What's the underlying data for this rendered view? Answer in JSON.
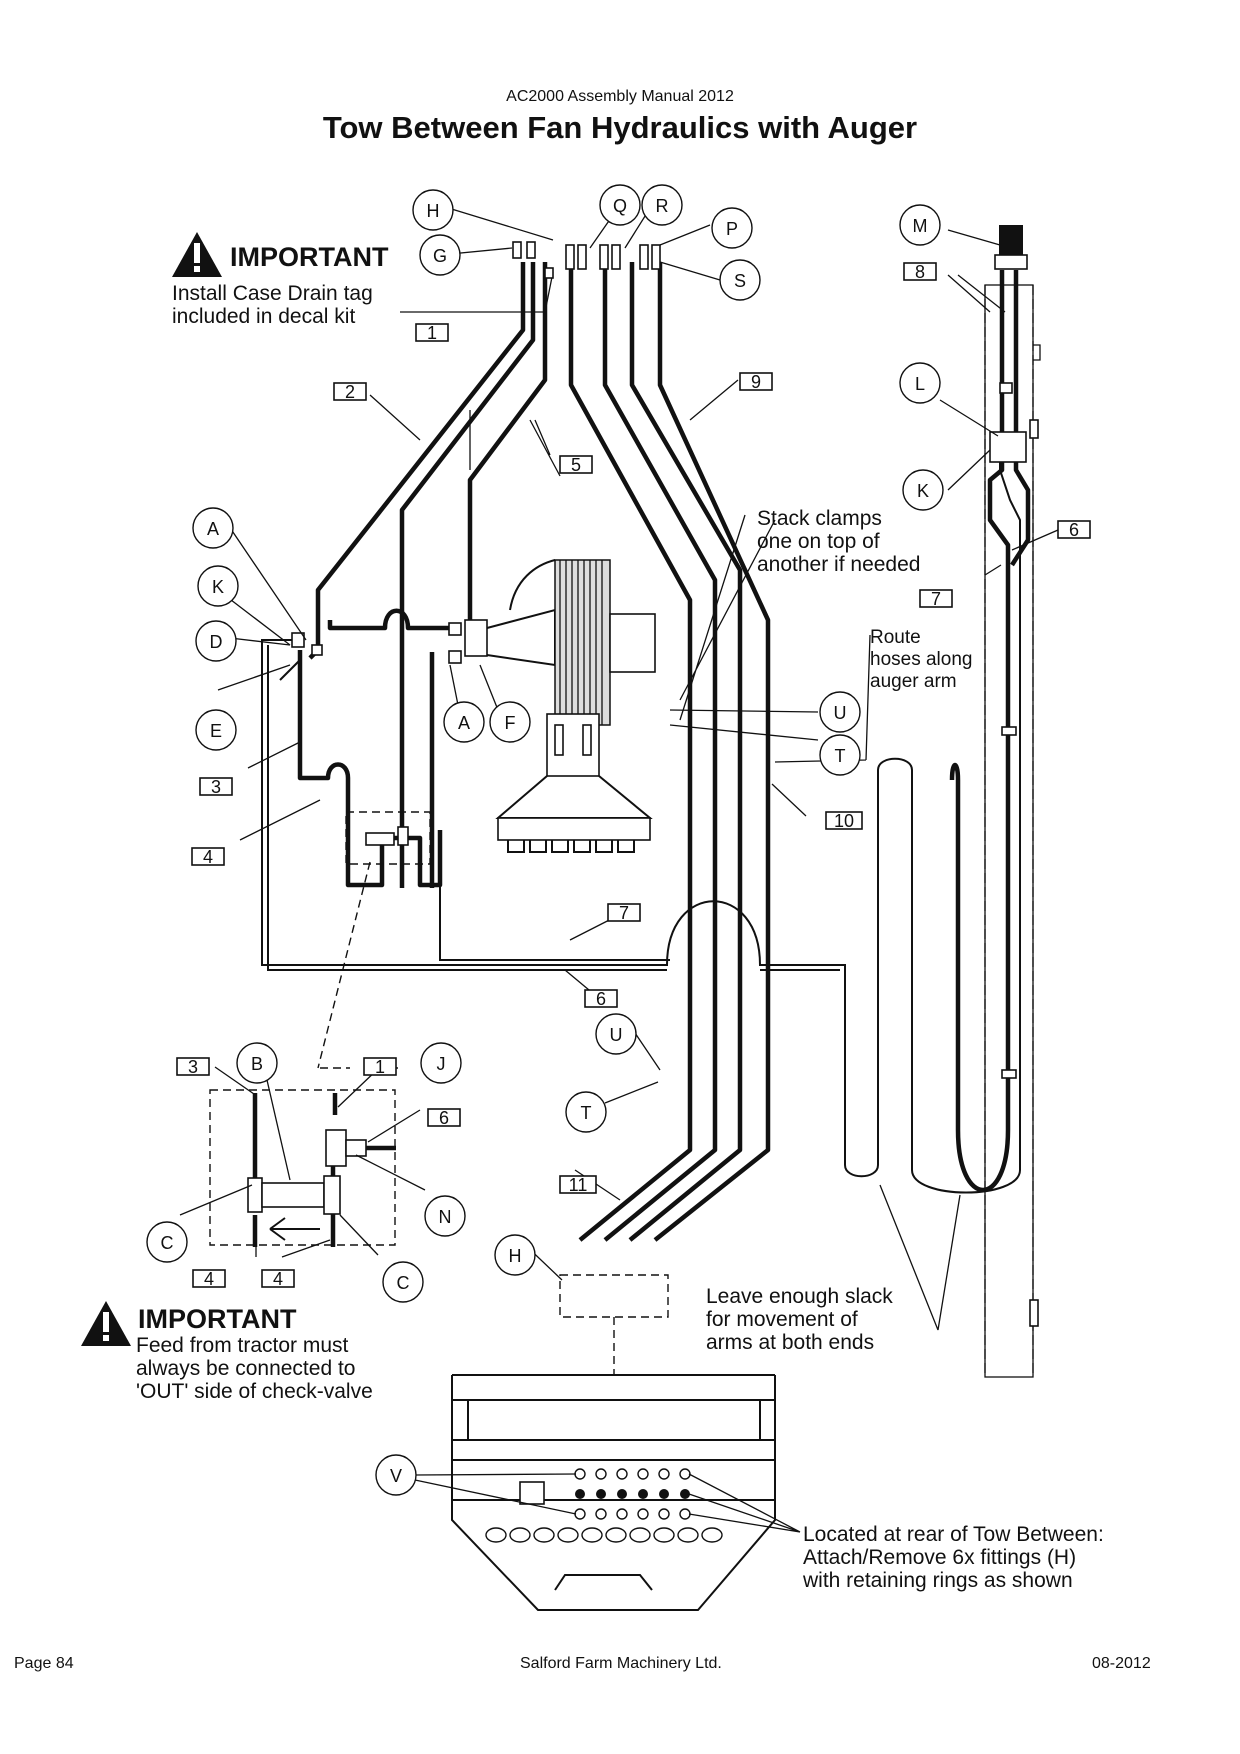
{
  "header": {
    "manual": "AC2000 Assembly Manual 2012",
    "title": "Tow Between Fan Hydraulics with Auger"
  },
  "notes": {
    "important_label": "IMPORTANT",
    "case_drain": [
      "Install Case Drain tag",
      "included in decal kit"
    ],
    "feed_tractor": [
      "Feed from tractor must",
      "always be connected to",
      "'OUT' side of check-valve"
    ],
    "stack_clamps": [
      "Stack clamps",
      "one on top of",
      "another if needed"
    ],
    "route_hoses": [
      "Route",
      "hoses along",
      "auger arm"
    ],
    "leave_slack": [
      "Leave enough slack",
      "for movement of",
      "arms at both ends"
    ],
    "located_rear": [
      "Located at rear of Tow Between:",
      "Attach/Remove 6x fittings (H)",
      "with retaining rings as shown"
    ]
  },
  "callouts": {
    "part_numbers": [
      "1",
      "2",
      "3",
      "4",
      "5",
      "6",
      "7",
      "8",
      "9",
      "10",
      "11"
    ],
    "letters": [
      "A",
      "B",
      "C",
      "D",
      "E",
      "F",
      "G",
      "H",
      "J",
      "K",
      "L",
      "M",
      "N",
      "P",
      "Q",
      "R",
      "S",
      "T",
      "U",
      "V"
    ]
  },
  "footer": {
    "page": "Page 84",
    "company": "Salford Farm Machinery Ltd.",
    "date": "08-2012"
  },
  "icons": [
    "warning-icon",
    "check-valve-icon",
    "fan-motor-icon",
    "auger-motor-icon"
  ]
}
